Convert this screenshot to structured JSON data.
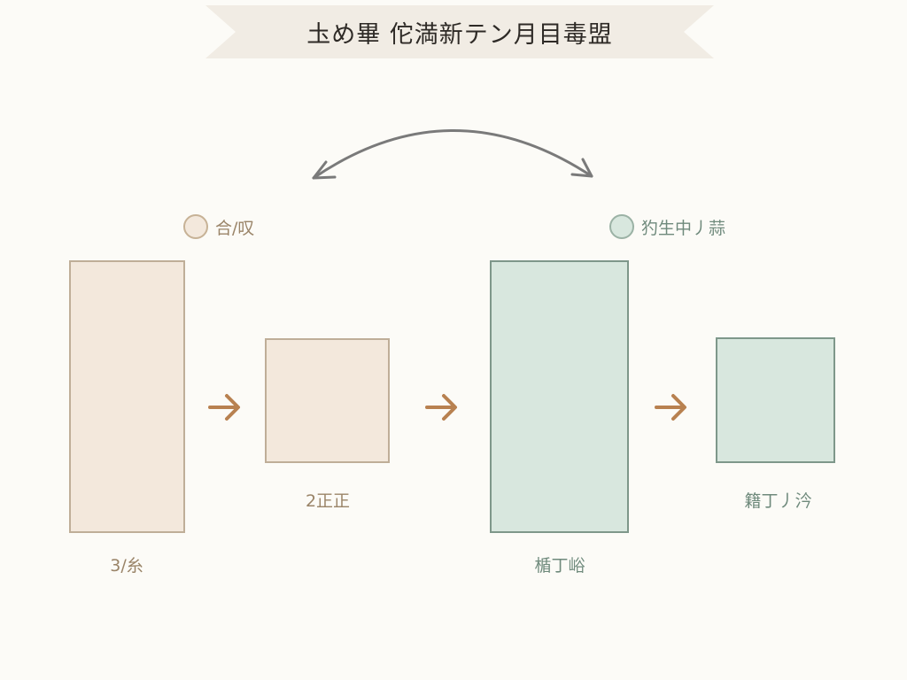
{
  "title": "圡め畢 佗満新テン月目毒盟",
  "colors": {
    "background": "#fcfbf7",
    "banner_fill": "#f1ece4",
    "beige_fill": "#f3e8dc",
    "beige_border": "#bfae98",
    "beige_text": "#a08868",
    "green_fill": "#d8e7de",
    "green_border": "#7e978a",
    "green_text": "#6f8a7c",
    "arrow_orange": "#b88150",
    "arc_gray": "#7a7a7a"
  },
  "top_arc": {
    "type": "bidirectional-curved-arrow",
    "from": "left-group",
    "to": "right-group"
  },
  "legend": [
    {
      "label": "合/叹",
      "color_key": "beige"
    },
    {
      "label": "犳生中丿蒜",
      "color_key": "green"
    }
  ],
  "boxes": [
    {
      "id": "box-1",
      "caption": "3/糸",
      "color_key": "beige",
      "size": "tall"
    },
    {
      "id": "box-2",
      "caption": "2正正",
      "color_key": "beige",
      "size": "square"
    },
    {
      "id": "box-3",
      "caption": "楯丁峪",
      "color_key": "green",
      "size": "tall"
    },
    {
      "id": "box-4",
      "caption": "籍丁丿汵",
      "color_key": "green",
      "size": "square"
    }
  ],
  "connectors": [
    {
      "from": "box-1",
      "to": "box-2",
      "icon": "arrow-right"
    },
    {
      "from": "box-2",
      "to": "box-3",
      "icon": "arrow-right"
    },
    {
      "from": "box-3",
      "to": "box-4",
      "icon": "arrow-right"
    }
  ]
}
